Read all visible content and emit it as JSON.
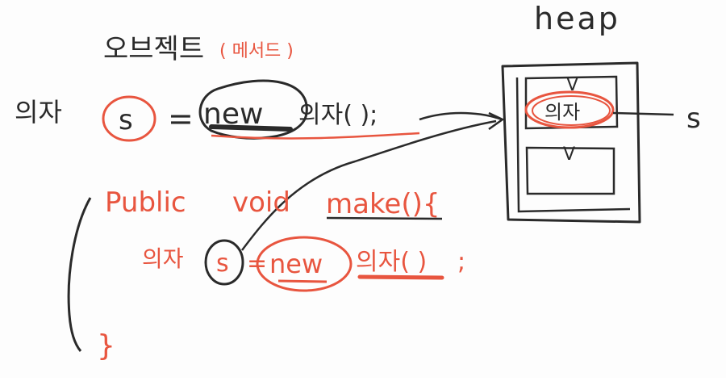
{
  "colors": {
    "ink_black": "#2a2a2a",
    "ink_red": "#e8553f",
    "board": "#fdfdfd"
  },
  "heap": {
    "title": "heap",
    "object_label": "의자",
    "reference_label": "s",
    "slot_marks": [
      "V",
      "V"
    ]
  },
  "heading": {
    "title": "오브젝트",
    "note": "( 메서드 )"
  },
  "line1": {
    "type": "의자",
    "var": "s",
    "equals": "=",
    "keyword": "new",
    "constructor": "의자( );"
  },
  "method": {
    "signature_left": "Public",
    "signature_mid": "void",
    "signature_name": "make(){",
    "type": "의자",
    "var": "s",
    "equals": "=",
    "keyword": "new",
    "constructor": "의자( )",
    "semicolon": ";",
    "close_brace": "}"
  }
}
